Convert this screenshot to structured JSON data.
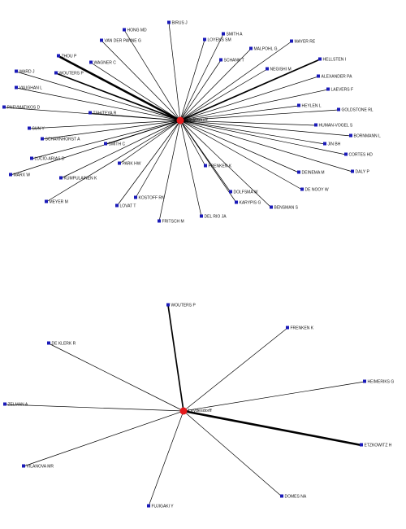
{
  "colors": {
    "center": "#e41a1c",
    "node": "#1a1ab8",
    "edge": "#000000"
  },
  "networks": [
    {
      "center_label": "Leydesdorff",
      "nodes": [
        {
          "label": "HONG MD",
          "weight": 1
        },
        {
          "label": "BIRUS J",
          "weight": 1
        },
        {
          "label": "SMITH A",
          "weight": 1
        },
        {
          "label": "VAN DER PANNE G",
          "weight": 1
        },
        {
          "label": "LOYENS SM",
          "weight": 1
        },
        {
          "label": "MALPOHL G",
          "weight": 1
        },
        {
          "label": "MAYER RE",
          "weight": 1
        },
        {
          "label": "ZHOU P",
          "weight": 3
        },
        {
          "label": "WAGNER C",
          "weight": 1
        },
        {
          "label": "SCHANK T",
          "weight": 1
        },
        {
          "label": "HELLSTEN I",
          "weight": 2
        },
        {
          "label": "WARD J",
          "weight": 1
        },
        {
          "label": "WOUTERS P",
          "weight": 2
        },
        {
          "label": "NEGISHI M",
          "weight": 1
        },
        {
          "label": "ALEXANDER PA",
          "weight": 1
        },
        {
          "label": "VAUGHAN L",
          "weight": 1
        },
        {
          "label": "LAEVERS F",
          "weight": 1
        },
        {
          "label": "PNEVMATIKOS D",
          "weight": 1
        },
        {
          "label": "TSHITEYA R",
          "weight": 1
        },
        {
          "label": "HEYLEN L",
          "weight": 1
        },
        {
          "label": "GOLDSTONE RL",
          "weight": 1
        },
        {
          "label": "SUN Y",
          "weight": 1
        },
        {
          "label": "SCHARNHORST A",
          "weight": 1
        },
        {
          "label": "HUMAN-VOGEL S",
          "weight": 1
        },
        {
          "label": "BORNMANN L",
          "weight": 1
        },
        {
          "label": "SMITH C",
          "weight": 1
        },
        {
          "label": "JIN BH",
          "weight": 1
        },
        {
          "label": "LUCIO-ARIAS D",
          "weight": 1
        },
        {
          "label": "CORTES HD",
          "weight": 1
        },
        {
          "label": "FRENKEN K",
          "weight": 1
        },
        {
          "label": "DALY P",
          "weight": 1
        },
        {
          "label": "MARX W",
          "weight": 1
        },
        {
          "label": "PARK HW",
          "weight": 1
        },
        {
          "label": "DEINEMA M",
          "weight": 1
        },
        {
          "label": "KUMPULAINEN K",
          "weight": 1
        },
        {
          "label": "DOLFSMA W",
          "weight": 1
        },
        {
          "label": "DE NOOY W",
          "weight": 1
        },
        {
          "label": "KOSTOFF RN",
          "weight": 1
        },
        {
          "label": "KARYPIS G",
          "weight": 1
        },
        {
          "label": "MEYER M",
          "weight": 1
        },
        {
          "label": "LOVAT T",
          "weight": 1
        },
        {
          "label": "BENSMAN S",
          "weight": 1
        },
        {
          "label": "DEL RIO JA",
          "weight": 1
        },
        {
          "label": "FRITSCH M",
          "weight": 1
        }
      ]
    },
    {
      "center_label": "Leydesdorff",
      "nodes": [
        {
          "label": "WOUTERS P",
          "weight": 2
        },
        {
          "label": "FRENKEN K",
          "weight": 1
        },
        {
          "label": "DE KLERK R",
          "weight": 1
        },
        {
          "label": "HEIMERIKS G",
          "weight": 1
        },
        {
          "label": "ZELMAN A",
          "weight": 1
        },
        {
          "label": "ETZKOWITZ H",
          "weight": 3
        },
        {
          "label": "VILANOVA MR",
          "weight": 1
        },
        {
          "label": "DOMES NA",
          "weight": 1
        },
        {
          "label": "FUJIGAKI Y",
          "weight": 1
        }
      ]
    }
  ]
}
